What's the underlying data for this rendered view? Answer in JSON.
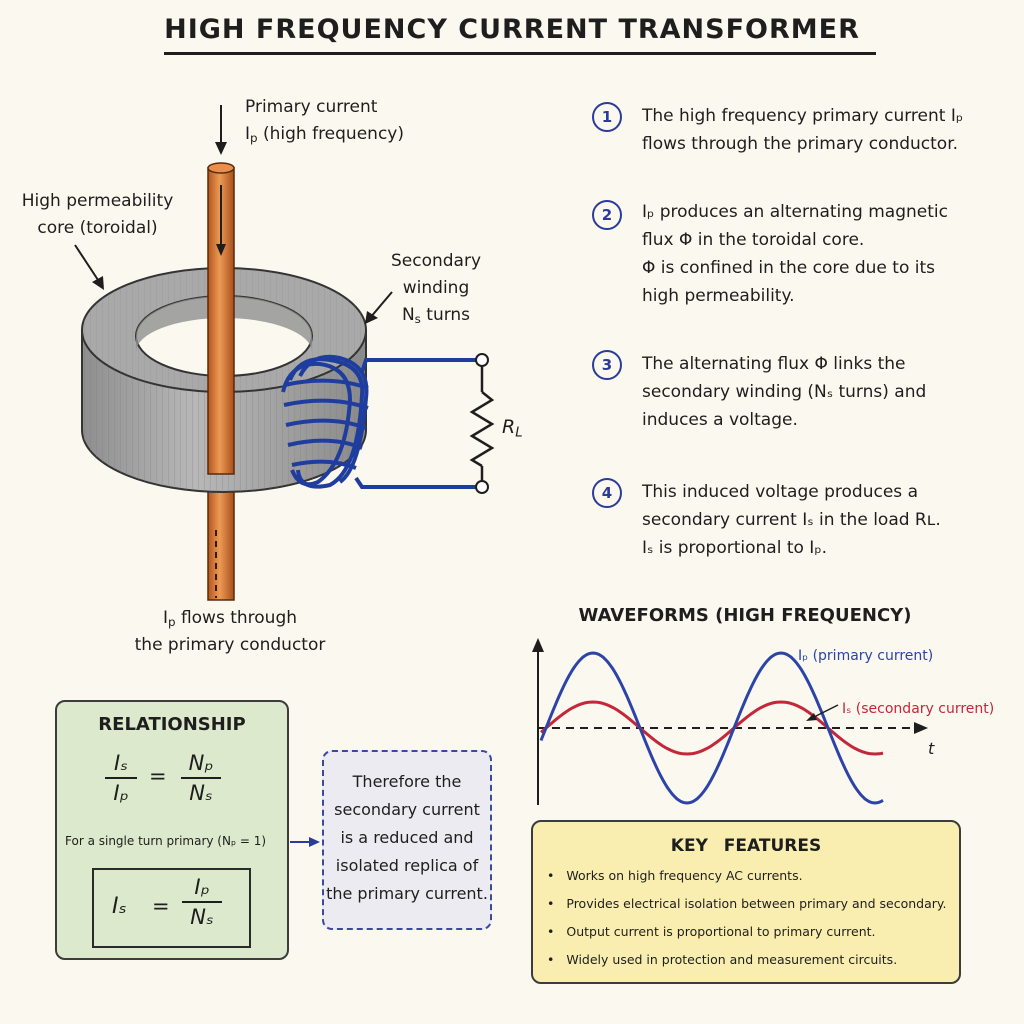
{
  "title": "HIGH FREQUENCY CURRENT TRANSFORMER",
  "diagram": {
    "primary_label_1": "Primary current",
    "primary_label_2": "(high frequency)",
    "core_label_1": "High permeability",
    "core_label_2": "core (toroidal)",
    "secondary_label_1": "Secondary",
    "secondary_label_2": "winding",
    "secondary_label_3": "turns",
    "load_label": "R",
    "load_sub": "L",
    "flow_label_1": "flows through",
    "flow_label_2": "the primary conductor",
    "ip_symbol": "I",
    "ip_sub": "p",
    "ns_symbol": "N",
    "ns_sub": "s"
  },
  "steps": [
    {
      "num": "1",
      "lines": [
        "The high frequency primary current Iₚ",
        "flows through the primary conductor."
      ]
    },
    {
      "num": "2",
      "lines": [
        "Iₚ produces an alternating magnetic",
        "flux Φ in the toroidal core.",
        "Φ is confined in the core due to its",
        "high permeability."
      ]
    },
    {
      "num": "3",
      "lines": [
        "The alternating flux Φ links the",
        "secondary winding (Nₛ turns) and",
        "induces a voltage."
      ]
    },
    {
      "num": "4",
      "lines": [
        "This induced voltage produces a",
        "secondary current Iₛ in the load Rʟ.",
        "Iₛ is proportional to Iₚ."
      ]
    }
  ],
  "waveforms": {
    "title": "WAVEFORMS (HIGH FREQUENCY)",
    "ip_label": "Iₚ (primary current)",
    "is_label": "Iₛ (secondary current)",
    "t_label": "t",
    "colors": {
      "ip": "#2c44a8",
      "is": "#c4273a"
    }
  },
  "relationship": {
    "title": "RELATIONSHIP",
    "is": "Iₛ",
    "ip": "Iₚ",
    "np": "Nₚ",
    "ns": "Nₛ",
    "equals": "=",
    "single_turn": "For a single turn primary (Nₚ = 1)"
  },
  "therefore": {
    "lines": [
      "Therefore the",
      "secondary current",
      "is a reduced and",
      "isolated replica of",
      "the primary current."
    ]
  },
  "key_features": {
    "title": "KEY FEATURES",
    "items": [
      "Works on high frequency AC currents.",
      "Provides electrical isolation between primary and secondary.",
      "Output current is proportional to primary current.",
      "Widely used in protection and measurement circuits."
    ]
  }
}
